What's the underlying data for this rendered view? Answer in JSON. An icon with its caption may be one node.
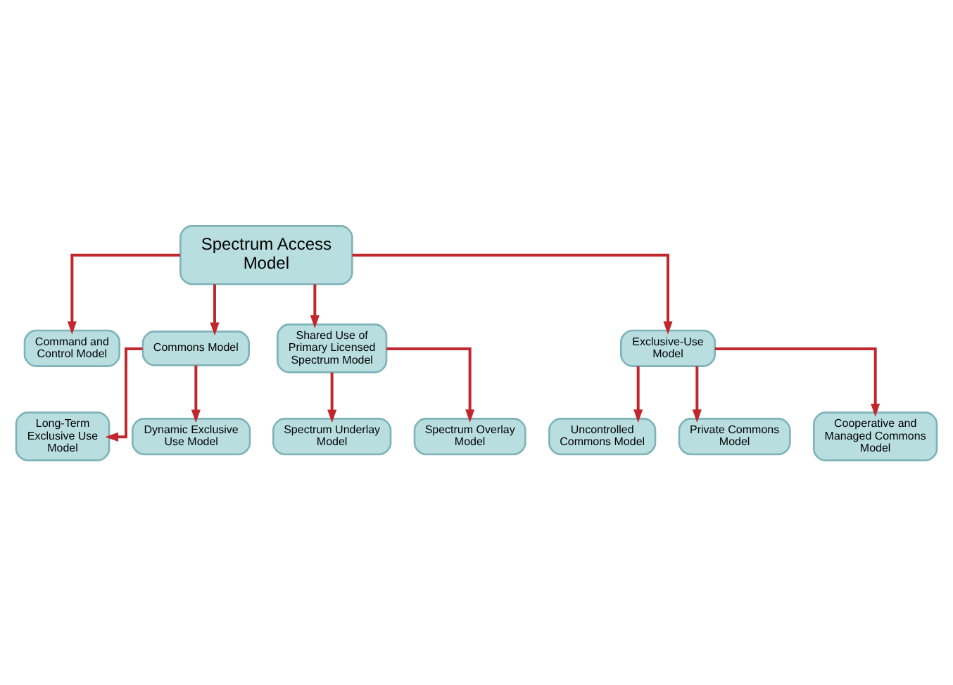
{
  "diagram": {
    "nodes": [
      {
        "text": [
          "Spectrum Access Model"
        ]
      },
      {
        "text": [
          "Command and Control Model"
        ]
      },
      {
        "text": [
          "Commons Model"
        ]
      },
      {
        "text": [
          "Shared Use of Primary Licensed Spectrum Model"
        ]
      },
      {
        "text": [
          "Exclusive-Use Model"
        ]
      },
      {
        "text": [
          "Long-Term Exclusive Use Model"
        ]
      },
      {
        "text": [
          "Dynamic Exclusive Use Model"
        ]
      },
      {
        "text": [
          "Spectrum Underlay Model"
        ]
      },
      {
        "text": [
          "Spectrum Overlay Model"
        ]
      },
      {
        "text": [
          "Uncontrolled Commons Model"
        ]
      },
      {
        "text": [
          "Private Commons Model"
        ]
      },
      {
        "text": [
          "Cooperative and Managed Commons Model"
        ]
      }
    ],
    "edges": [
      {
        "from": 0,
        "to": 1,
        "arrow": "to"
      },
      {
        "from": 0,
        "to": 2,
        "arrow": "to"
      },
      {
        "from": 0,
        "to": 3,
        "arrow": "to"
      },
      {
        "from": 0,
        "to": 4,
        "arrow": "to"
      },
      {
        "from": 2,
        "to": 5,
        "arrow": "to"
      },
      {
        "from": 2,
        "to": 6,
        "arrow": "to"
      },
      {
        "from": 3,
        "to": 7,
        "arrow": "to"
      },
      {
        "from": 3,
        "to": 8,
        "arrow": "to"
      },
      {
        "from": 4,
        "to": 9,
        "arrow": "to"
      },
      {
        "from": 4,
        "to": 10,
        "arrow": "to"
      },
      {
        "from": 4,
        "to": 11,
        "arrow": "to"
      }
    ]
  }
}
